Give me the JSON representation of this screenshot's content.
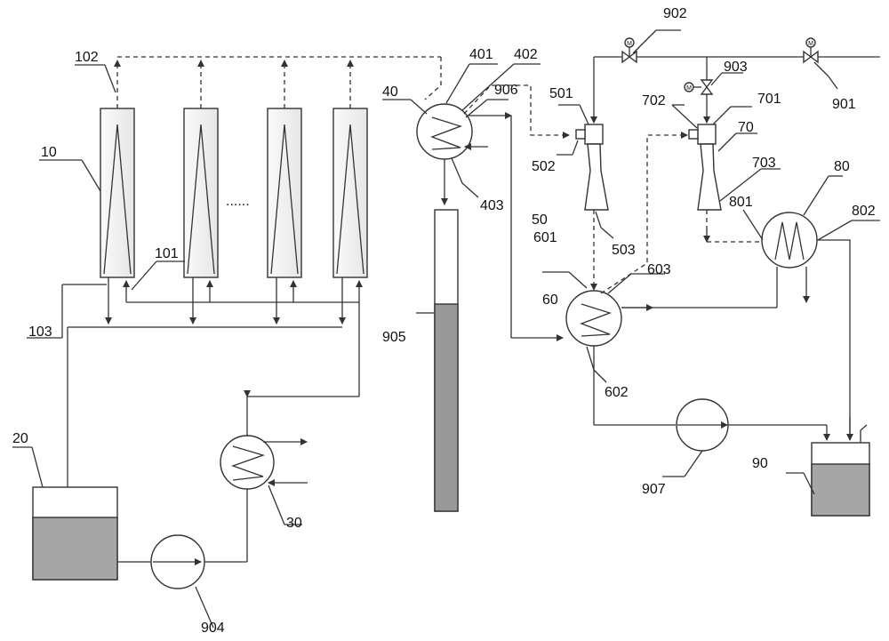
{
  "labels": {
    "l10": "10",
    "l101": "101",
    "l102": "102",
    "l103": "103",
    "l20": "20",
    "l30": "30",
    "l40": "40",
    "l401": "401",
    "l402": "402",
    "l403": "403",
    "l50": "50",
    "l501": "501",
    "l502": "502",
    "l503": "503",
    "l60": "60",
    "l601": "601",
    "l602": "602",
    "l603": "603",
    "l70": "70",
    "l701": "701",
    "l702": "702",
    "l703": "703",
    "l80": "80",
    "l801": "801",
    "l802": "802",
    "l90": "90",
    "l901": "901",
    "l902": "902",
    "l903": "903",
    "l904": "904",
    "l905": "905",
    "l906": "906",
    "l907": "907",
    "ellipsis": "......",
    "valve_motor": "M"
  },
  "colors": {
    "line": "#333333",
    "column_fill": "#f0f0f0",
    "liquid": "#a6a6a6",
    "liquid_dark": "#999999"
  }
}
